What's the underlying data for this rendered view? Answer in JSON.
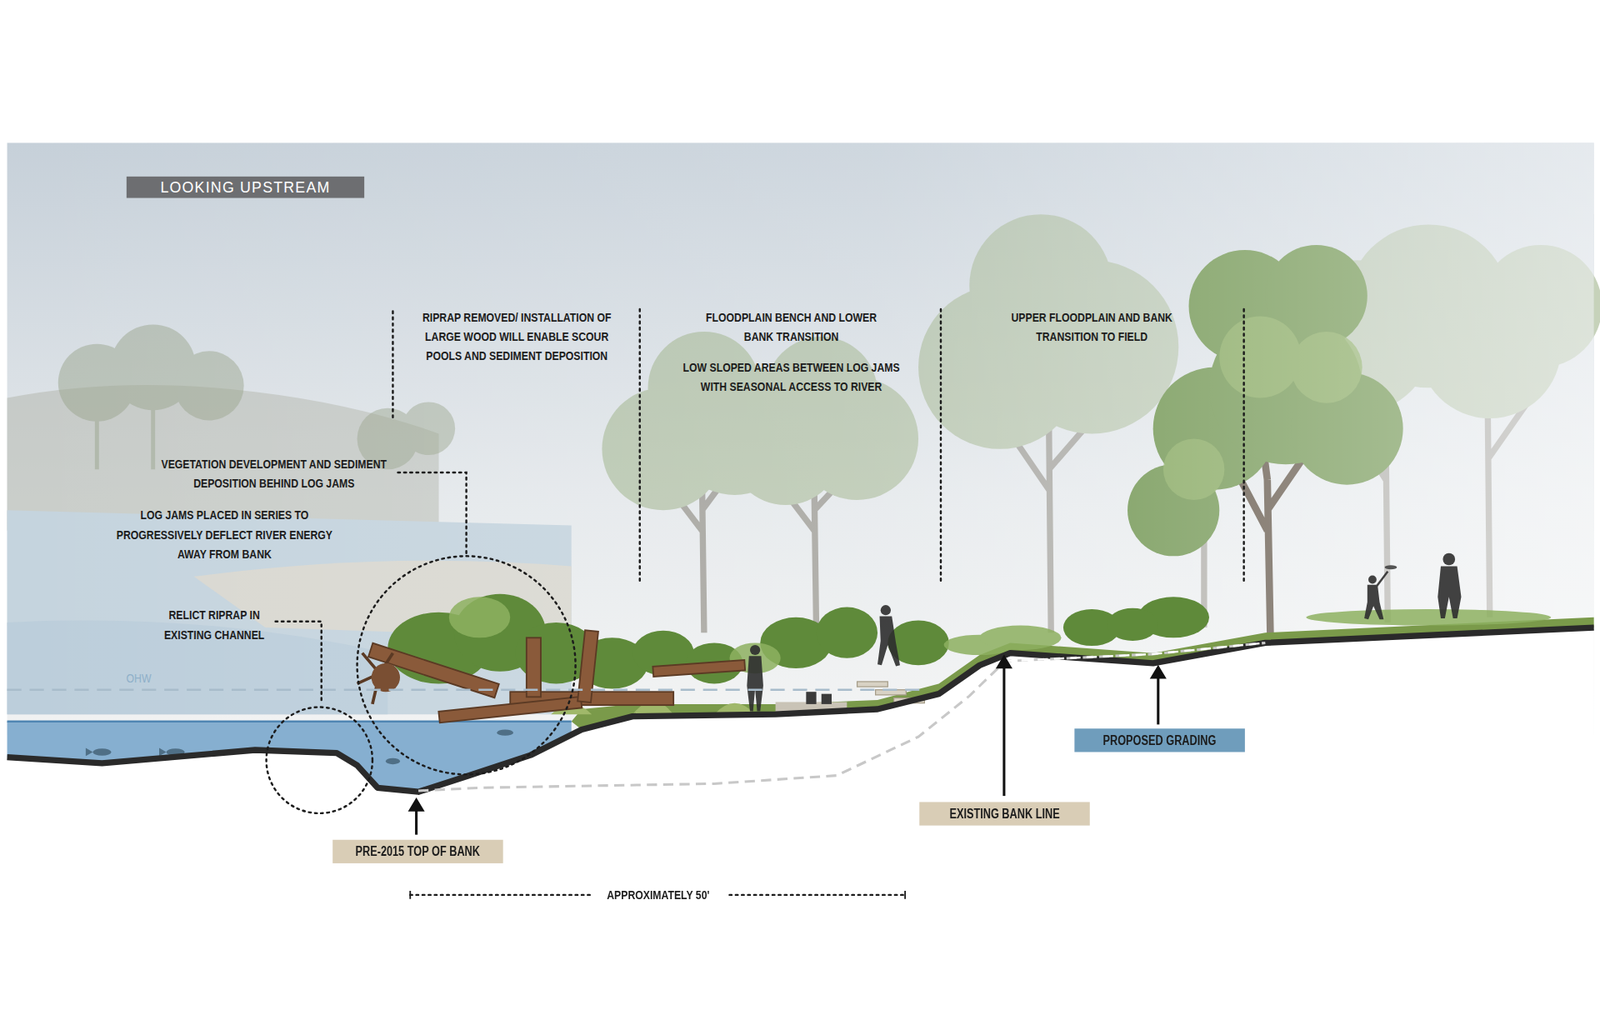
{
  "diagram": {
    "nodes": [
      {
        "text": [
          "LOOKING UPSTREAM"
        ]
      },
      {
        "text": [
          "PRE-2015 TOP OF BANK"
        ]
      },
      {
        "text": [
          "EXISTING BANK LINE"
        ]
      },
      {
        "text": [
          "PROPOSED GRADING"
        ]
      }
    ],
    "labels": [
      "RIPRAP REMOVED/ INSTALLATION OF LARGE WOOD WILL ENABLE SCOUR POOLS AND SEDIMENT DEPOSITION",
      "FLOODPLAIN BENCH AND LOWER BANK TRANSITION",
      "LOW SLOPED AREAS BETWEEN LOG JAMS WITH SEASONAL ACCESS TO RIVER",
      "UPPER FLOODPLAIN AND BANK TRANSITION TO FIELD",
      "VEGETATION DEVELOPMENT AND SEDIMENT DEPOSITION BEHIND LOG JAMS",
      "LOG JAMS PLACED IN SERIES TO PROGRESSIVELY DEFLECT RIVER ENERGY AWAY FROM BANK",
      "RELICT RIPRAP IN EXISTING CHANNEL",
      "OHW",
      "APPROXIMATELY 50'"
    ]
  }
}
